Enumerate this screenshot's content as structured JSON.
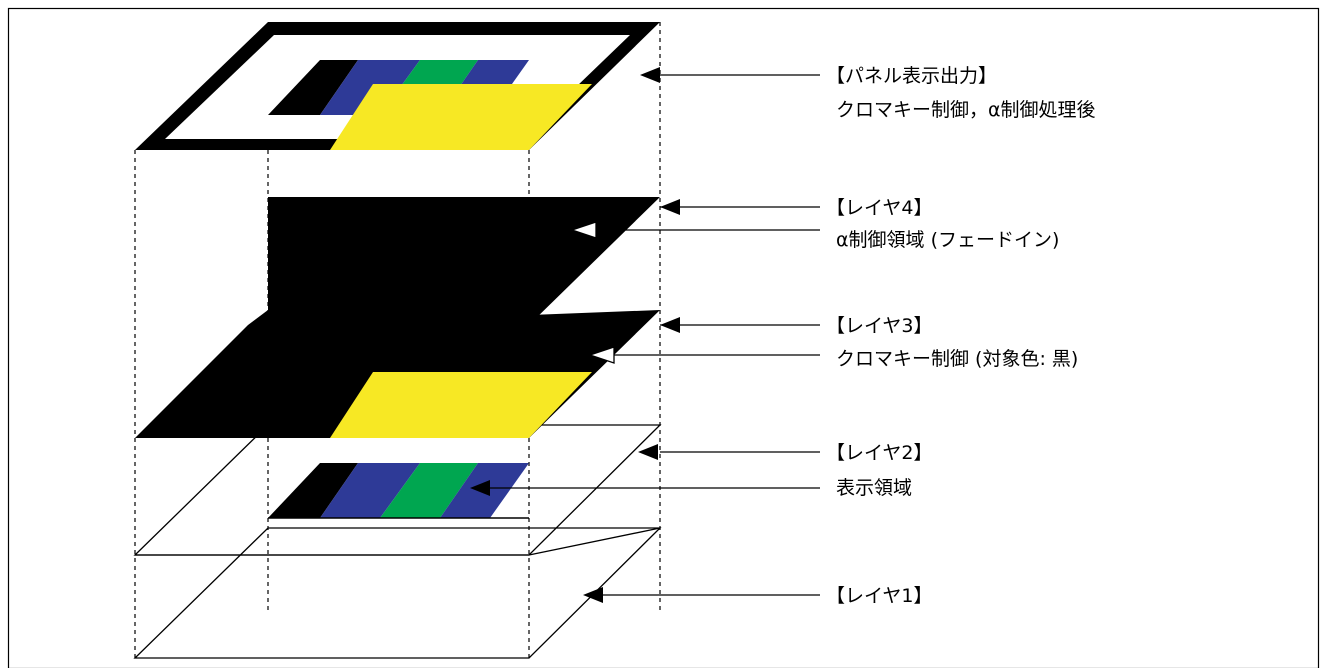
{
  "colors": {
    "black": "#000000",
    "blue": "#2e3a97",
    "green": "#00a650",
    "yellow": "#f7e824",
    "white": "#ffffff"
  },
  "labels": {
    "panel_title": "【パネル表示出力】",
    "panel_desc": "クロマキー制御，α制御処理後",
    "layer4_title": "【レイヤ4】",
    "layer4_desc": "α制御領域 (フェードイン)",
    "layer3_title": "【レイヤ3】",
    "layer3_desc": "クロマキー制御 (対象色: 黒)",
    "layer2_title": "【レイヤ2】",
    "layer2_desc": "表示領域",
    "layer1_title": "【レイヤ1】"
  },
  "icons": {
    "solid_arrow": "filled-triangle-arrow-icon",
    "hollow_arrow": "hollow-triangle-arrow-icon"
  }
}
